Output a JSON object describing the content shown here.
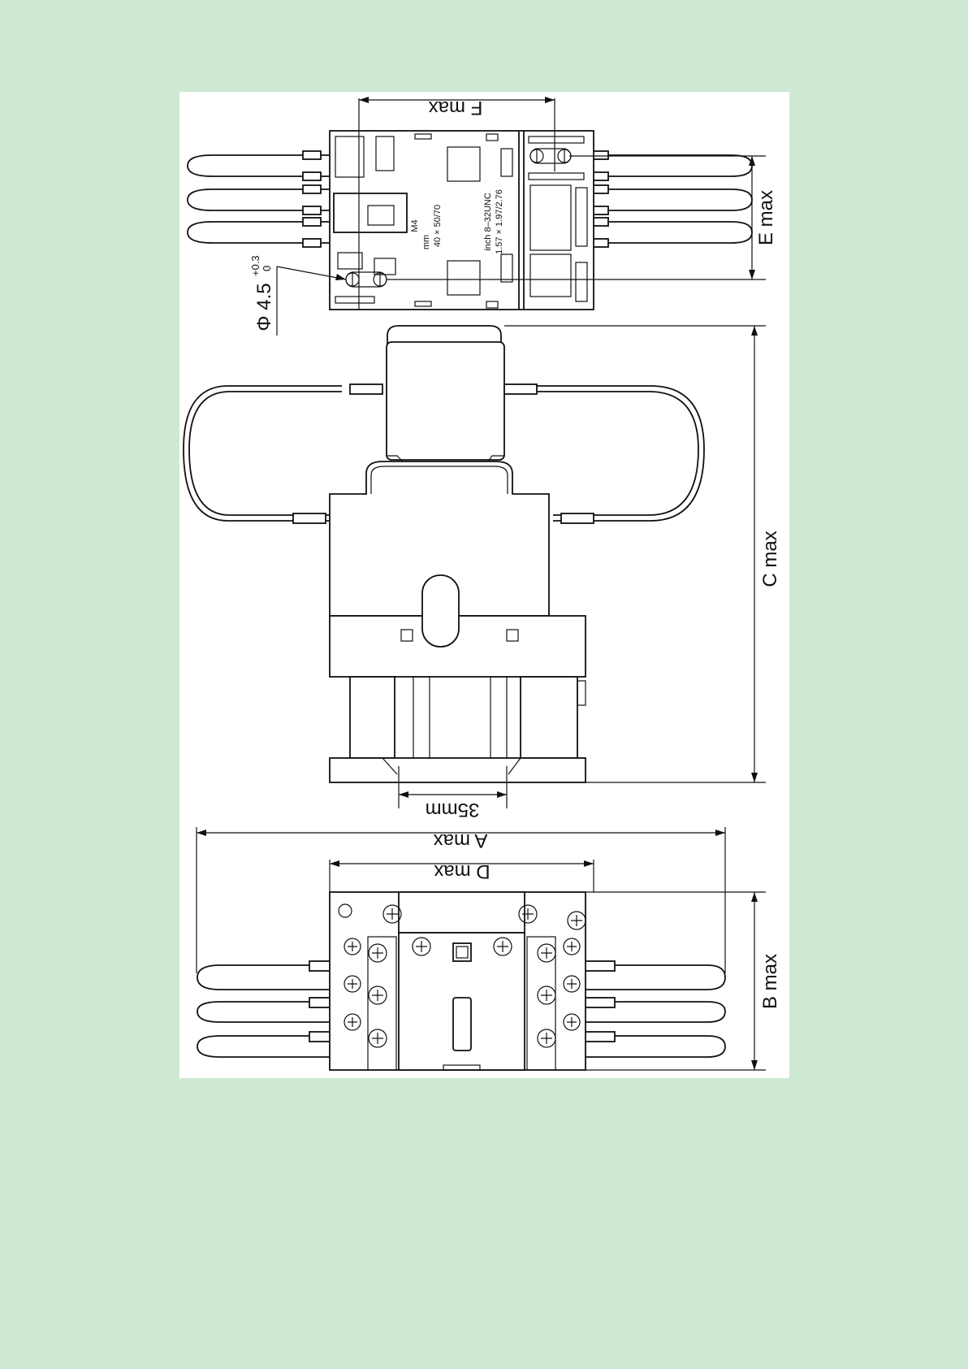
{
  "colors": {
    "background": "#cde9d3",
    "panel": "#ffffff",
    "ink": "#111111"
  },
  "labels": {
    "f_max": "F max",
    "e_max": "E max",
    "c_max": "C max",
    "a_max": "A max",
    "d_max": "D max",
    "b_max": "B max",
    "din_rail": "35mm",
    "hole_dia": "Φ 4.5",
    "hole_tol_upper": "+0.3",
    "hole_tol_lower": "0"
  },
  "mounting_note": {
    "screw": "M4",
    "mm_label": "mm",
    "mm_dims": "40 × 50/70",
    "inch_label": "inch 8–32UNC",
    "inch_dims": "1.57 × 1.97/2.76"
  }
}
